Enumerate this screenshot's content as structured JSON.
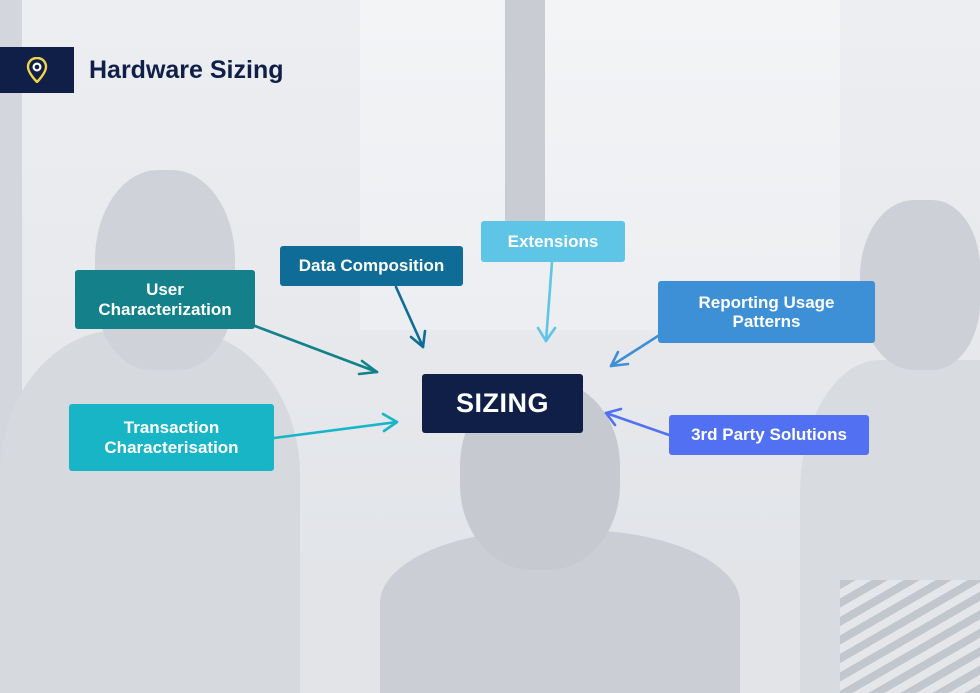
{
  "header": {
    "title": "Hardware Sizing",
    "logo_icon": "location-pin-icon",
    "logo_bg": "#0f1f47",
    "logo_accent": "#f2d34c"
  },
  "center": {
    "label": "SIZING",
    "color": "#0f1f47"
  },
  "nodes": {
    "user": {
      "label": "User\nCharacterization",
      "color": "#13808a"
    },
    "data": {
      "label": "Data Composition",
      "color": "#0f6c96"
    },
    "ext": {
      "label": "Extensions",
      "color": "#5ec5e6"
    },
    "rep": {
      "label": "Reporting Usage\nPatterns",
      "color": "#3d8fd6"
    },
    "tx": {
      "label": "Transaction\nCharacterisation",
      "color": "#18b5c7"
    },
    "third": {
      "label": "3rd Party Solutions",
      "color": "#5271f2"
    }
  }
}
